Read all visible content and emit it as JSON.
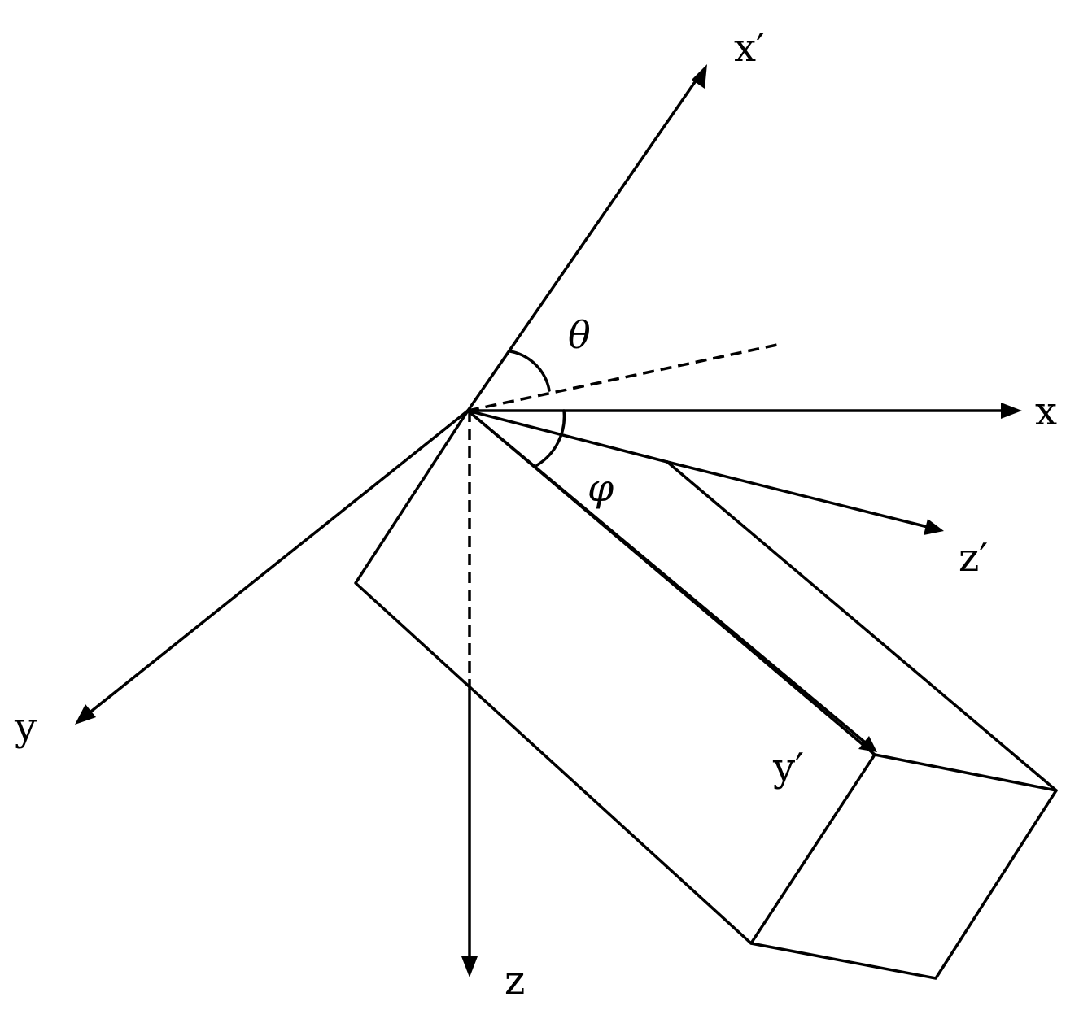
{
  "axes": {
    "x": "x",
    "y": "y",
    "z": "z",
    "x_prime": "x′",
    "y_prime": "y′",
    "z_prime": "z′"
  },
  "angles": {
    "theta": "θ",
    "phi": "φ"
  }
}
